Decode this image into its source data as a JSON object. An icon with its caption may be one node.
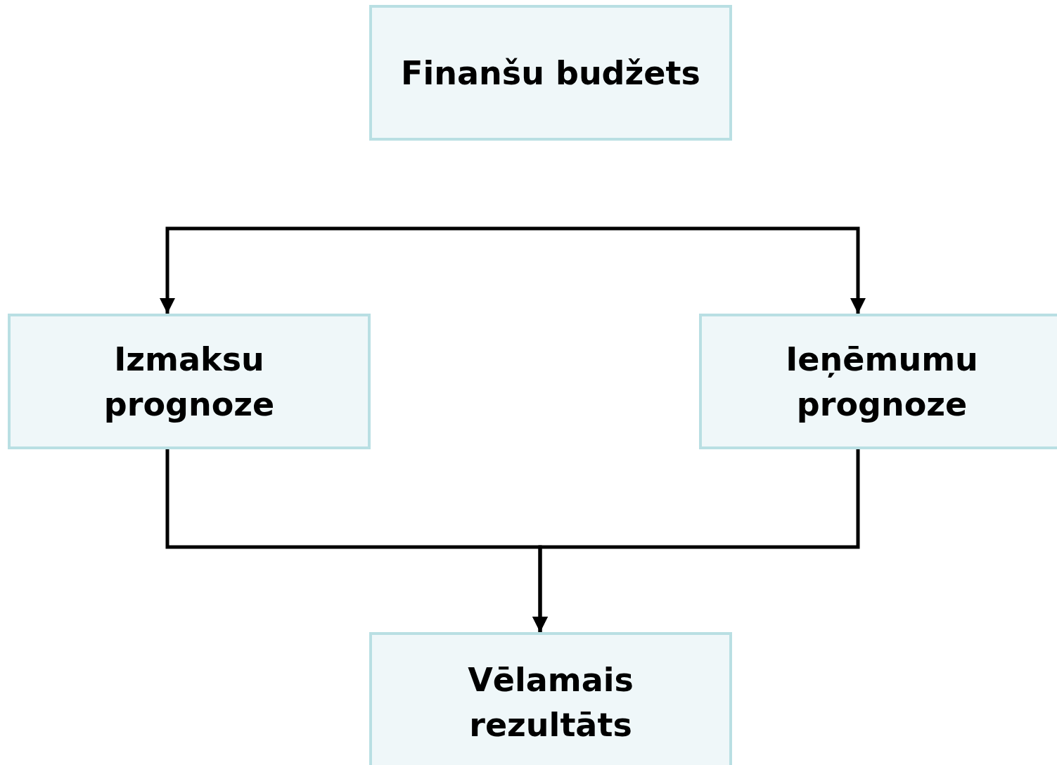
{
  "diagram": {
    "nodes": [
      {
        "text": [
          "Finanšu budžets"
        ]
      },
      {
        "text": [
          "Izmaksu prognoze"
        ]
      },
      {
        "text": [
          "Ieņēmumu prognoze"
        ]
      },
      {
        "text": [
          "Vēlamais rezultāts"
        ]
      }
    ],
    "edges": [
      {
        "from": null,
        "to": 1,
        "arrow": "to"
      },
      {
        "from": null,
        "to": 2,
        "arrow": "to"
      },
      {
        "from": 1,
        "to": 3,
        "arrow": "to"
      },
      {
        "from": 2,
        "to": 3,
        "arrow": "to"
      }
    ]
  }
}
